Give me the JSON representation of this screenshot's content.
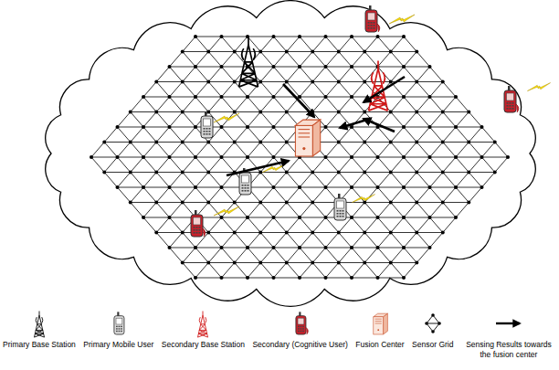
{
  "diagram": {
    "legend": [
      {
        "text": "Primary Base Station"
      },
      {
        "text": "Primary Mobile User"
      },
      {
        "text": "Secondary Base Station"
      },
      {
        "text": "Secondary (Cognitive User)"
      },
      {
        "text": "Fusion Center"
      },
      {
        "text": "Sensor Grid"
      },
      {
        "text": "Sensing Results towards the fusion center"
      }
    ]
  }
}
